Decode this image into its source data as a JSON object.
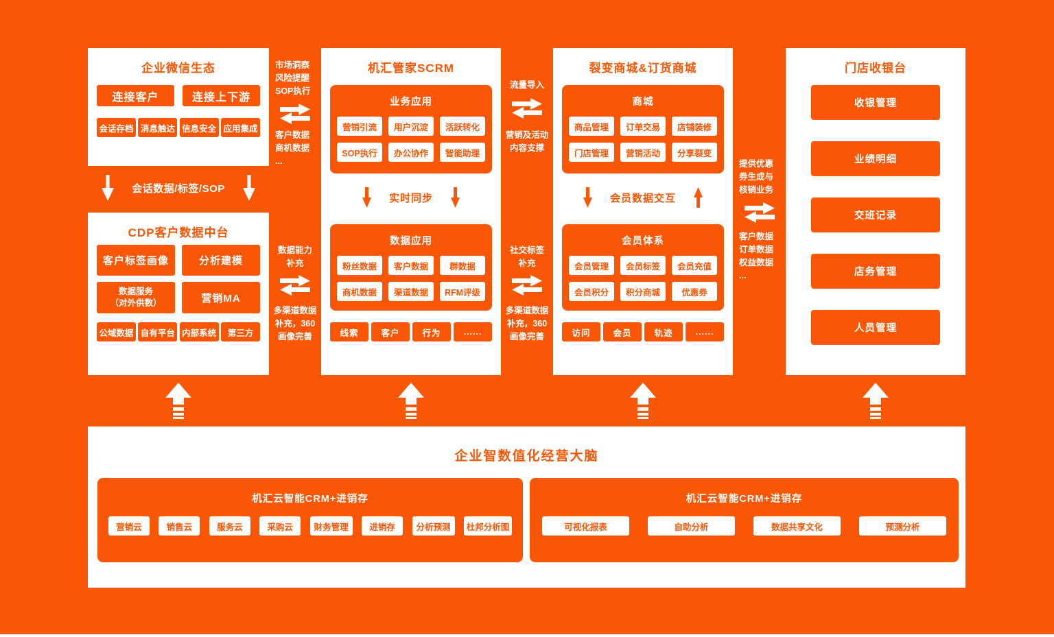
{
  "colors": {
    "accent_orange": "#F95606",
    "panel_white": "#FFFFFF"
  },
  "wechat": {
    "title": "企业微信生态",
    "primary": [
      "连接客户",
      "连接上下游"
    ],
    "secondary": [
      "会话存档",
      "消息触达",
      "信息安全",
      "应用集成"
    ]
  },
  "wechat_cdp_link": {
    "label": "会话数据/标签/SOP"
  },
  "cdp": {
    "title": "CDP客户数据中台",
    "row1": [
      "客户标签画像",
      "分析建模"
    ],
    "row2a_line1": "数据服务",
    "row2a_line2": "（对外供数）",
    "row2b": "营销MA",
    "sources": [
      "公域数据",
      "自有平台",
      "内部系统",
      "第三方"
    ]
  },
  "scrm": {
    "title": "机汇管家SCRM",
    "business": {
      "title": "业务应用",
      "items": [
        "营销引流",
        "用户沉淀",
        "活跃转化",
        "SOP执行",
        "办公协作",
        "智能助理"
      ]
    },
    "sync": "实时同步",
    "data": {
      "title": "数据应用",
      "items": [
        "粉丝数据",
        "客户数据",
        "群数据",
        "商机数据",
        "渠道数据",
        "RFM评级"
      ]
    },
    "entities": [
      "线索",
      "客户",
      "行为",
      "......"
    ]
  },
  "mall": {
    "title": "裂变商城&订货商城",
    "shop": {
      "title": "商城",
      "items": [
        "商品管理",
        "订单交易",
        "店铺装修",
        "门店管理",
        "营销活动",
        "分享裂变"
      ]
    },
    "sync": "会员数据交互",
    "member": {
      "title": "会员体系",
      "items": [
        "会员管理",
        "会员标签",
        "会员充值",
        "会员积分",
        "积分商城",
        "优惠券"
      ]
    },
    "entities": [
      "访问",
      "会员",
      "轨迹",
      "......"
    ]
  },
  "pos": {
    "title": "门店收银台",
    "items": [
      "收银管理",
      "业绩明细",
      "交班记录",
      "店务管理",
      "人员管理"
    ]
  },
  "brain": {
    "title": "企业智数值化经营大脑",
    "left": {
      "title": "机汇云智能CRM+进销存",
      "items": [
        "营销云",
        "销售云",
        "服务云",
        "采购云",
        "财务管理",
        "进销存",
        "分析预测",
        "杜邦分析图"
      ]
    },
    "right": {
      "title": "机汇云智能CRM+进销存",
      "items": [
        "可视化报表",
        "自助分析",
        "数据共享文化",
        "预测分析"
      ]
    }
  },
  "connectors": {
    "market": {
      "upper": [
        "市场洞察",
        "风险提醒",
        "SOP执行"
      ],
      "lower": [
        "客户数据",
        "商机数据",
        "..."
      ]
    },
    "capability": {
      "upper": [
        "数据能力",
        "补充"
      ],
      "lower": [
        "多渠道数据",
        "补充，360",
        "画像完善"
      ]
    },
    "traffic": {
      "upper": [
        "流量导入"
      ],
      "lower": [
        "营销及活动",
        "内容支撑"
      ]
    },
    "social": {
      "upper": [
        "社交标签",
        "补充"
      ],
      "lower": [
        "多渠道数据",
        "补充，360",
        "画像完善"
      ]
    },
    "coupon": {
      "upper": [
        "提供优惠",
        "券生成与",
        "核销业务"
      ],
      "lower": [
        "客户数据",
        "订单数据",
        "权益数据",
        "..."
      ]
    }
  }
}
